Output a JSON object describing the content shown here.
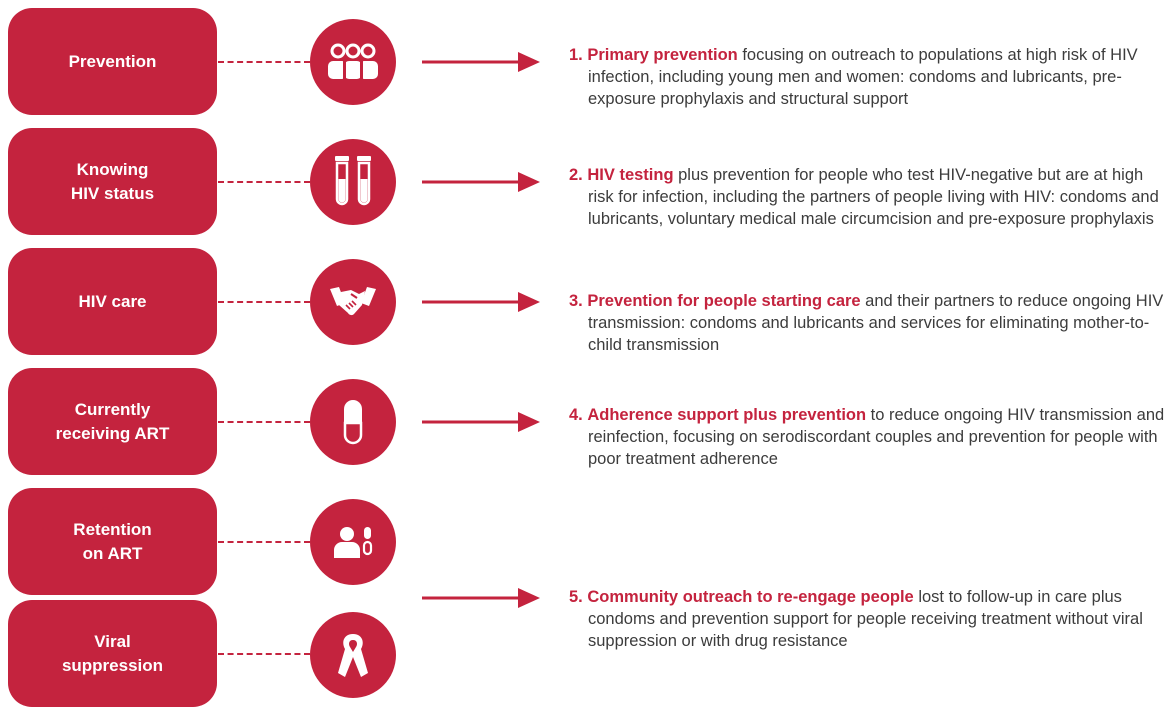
{
  "accent_color": "#c4233e",
  "stages": [
    {
      "label": "Prevention",
      "icon": "group-icon"
    },
    {
      "label": "Knowing\nHIV status",
      "icon": "test-tubes-icon"
    },
    {
      "label": "HIV care",
      "icon": "handshake-icon"
    },
    {
      "label": "Currently\nreceiving ART",
      "icon": "pill-icon"
    },
    {
      "label": "Retention\non ART",
      "icon": "person-pill-icon"
    },
    {
      "label": "Viral\nsuppression",
      "icon": "ribbon-icon"
    }
  ],
  "descriptions": [
    {
      "number": "1.",
      "bold": "Primary prevention",
      "text": " focusing on outreach to populations at high risk of HIV infection, including young men and women: condoms and lubricants, pre-exposure prophylaxis and structural support"
    },
    {
      "number": "2.",
      "bold": "HIV testing",
      "text": " plus prevention for people who test HIV-negative but are at high risk for infection, including the partners of people living with HIV: condoms and lubricants, voluntary medical male circumcision and pre-exposure prophylaxis"
    },
    {
      "number": "3.",
      "bold": "Prevention for people starting care",
      "text": " and their partners to reduce ongoing HIV transmission: condoms and lubricants and services for eliminating mother-to-child transmission"
    },
    {
      "number": "4.",
      "bold": "Adherence support plus prevention",
      "text": " to reduce ongoing HIV transmission and reinfection, focusing on serodiscordant couples and prevention for people with poor treatment adherence"
    },
    {
      "number": "5.",
      "bold": "Community outreach to re-engage people",
      "text": " lost to follow-up in care plus condoms and prevention support for people receiving treatment without viral suppression or with drug resistance"
    }
  ]
}
